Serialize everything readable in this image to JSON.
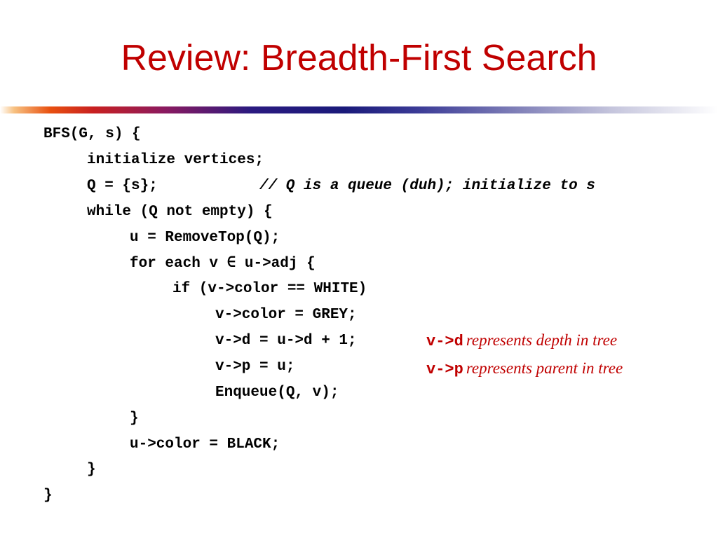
{
  "slide": {
    "title": "Review: Breadth-First Search"
  },
  "code": {
    "lines": [
      "BFS(G, s) {",
      "initialize vertices;",
      "Q = {s};",
      "while (Q not empty) {",
      "u = RemoveTop(Q);",
      "for each v ∈ u->adj {",
      "if (v->color == WHITE)",
      "v->color = GREY;",
      "v->d = u->d + 1;",
      "v->p = u;",
      "Enqueue(Q, v);",
      "}",
      "u->color = BLACK;",
      "}",
      "}"
    ],
    "comment": "// Q is a queue (duh); initialize to s"
  },
  "notes": [
    {
      "code": "v->d",
      "text": "represents depth in tree"
    },
    {
      "code": "v->p",
      "text": "represents parent in tree"
    }
  ],
  "colors": {
    "title": "#c00000",
    "note": "#c00000",
    "code": "#000000"
  }
}
